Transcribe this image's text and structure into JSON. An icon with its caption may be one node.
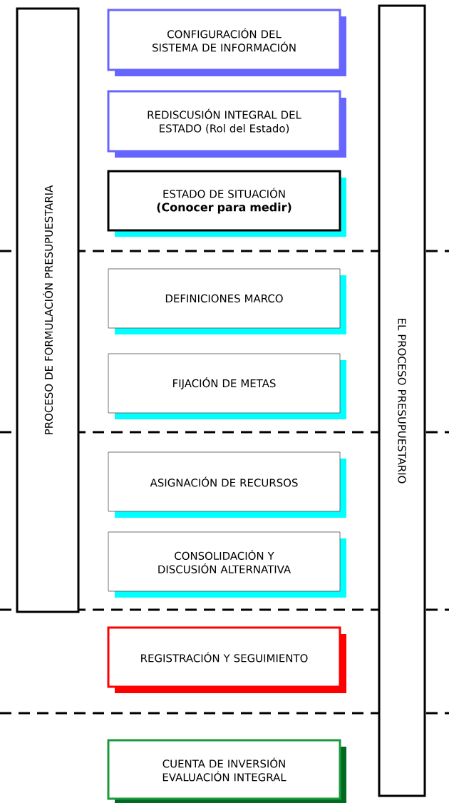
{
  "diagram": {
    "nodes": [
      {
        "text": [
          "PROCESO DE FORMULACIÓN PRESUPUESTARIA"
        ]
      },
      {
        "text": [
          "EL PROCESO PRESUPUESTARIO"
        ]
      },
      {
        "text": [
          "CONFIGURACIÓN DEL SISTEMA DE INFORMACIÓN"
        ]
      },
      {
        "text": [
          "REDISCUSIÓN INTEGRAL DEL ESTADO (Rol del Estado)"
        ]
      },
      {
        "text": [
          "ESTADO DE SITUACIÓN",
          "(Conocer para medir)"
        ]
      },
      {
        "text": [
          "DEFINICIONES MARCO"
        ]
      },
      {
        "text": [
          "FIJACIÓN DE METAS"
        ]
      },
      {
        "text": [
          "ASIGNACIÓN DE RECURSOS"
        ]
      },
      {
        "text": [
          "CONSOLIDACIÓN Y DISCUSIÓN ALTERNATIVA"
        ]
      },
      {
        "text": [
          "REGISTRACIÓN Y SEGUIMIENTO"
        ]
      },
      {
        "text": [
          "CUENTA DE INVERSIÓN EVALUACIÓN INTEGRAL"
        ]
      }
    ]
  }
}
